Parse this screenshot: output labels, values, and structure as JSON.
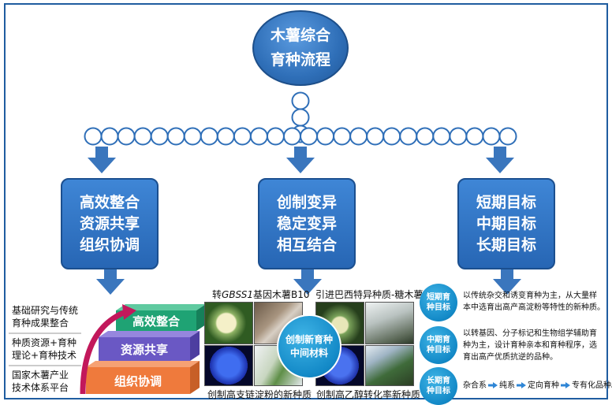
{
  "title": {
    "line1": "木薯综合",
    "line2": "育种流程"
  },
  "branches": [
    {
      "lines": [
        "高效整合",
        "资源共享",
        "组织协调"
      ]
    },
    {
      "lines": [
        "创制变异",
        "稳定变异",
        "相互结合"
      ]
    },
    {
      "lines": [
        "短期目标",
        "中期目标",
        "长期目标"
      ]
    }
  ],
  "chain": {
    "vertical_beads": 3,
    "horizontal_beads": 26
  },
  "stairs": {
    "labels": [
      {
        "line1": "基础研究与传统",
        "line2": "育种成果整合"
      },
      {
        "line1": "种质资源+育种",
        "line2": "理论+育种技术"
      },
      {
        "line1": "国家木薯产业",
        "line2": "技术体系平台"
      }
    ],
    "steps": [
      {
        "label": "高效整合",
        "color": "#1fa374"
      },
      {
        "label": "资源共享",
        "color": "#6a58c4"
      },
      {
        "label": "组织协调",
        "color": "#ef7a3c"
      }
    ]
  },
  "materials": {
    "top_left_caption_prefix": "转",
    "top_left_caption_gene": "GBSS1",
    "top_left_caption_suffix": "基因木薯B10",
    "top_right_caption": "引进巴西特异种质-糖木薯",
    "bottom_left_caption": "创制高支链淀粉的新种质",
    "bottom_right_caption": "创制高乙醇转化率新种质",
    "center": {
      "line1": "创制新育种",
      "line2": "中间材料"
    }
  },
  "goals": [
    {
      "circle": [
        "短期育",
        "种目标"
      ],
      "text": [
        "以传统杂交和诱变育种为主，从大量样",
        "本中选育出高产高淀粉等特性的新种质。"
      ]
    },
    {
      "circle": [
        "中期育",
        "种目标"
      ],
      "text": [
        "以转基因、分子标记和生物组学辅助育",
        "种为主，设计育种亲本和育种程序，选",
        "育出高产优质抗逆的品种。"
      ]
    },
    {
      "circle": [
        "长期育",
        "种目标"
      ],
      "flow": [
        "杂合系",
        "纯系",
        "定向育种",
        "专有化品种。"
      ]
    }
  ],
  "colors": {
    "primary_blue": "#2766b4",
    "accent_cyan": "#1389c7",
    "arrow_blue": "#3a76bd"
  }
}
